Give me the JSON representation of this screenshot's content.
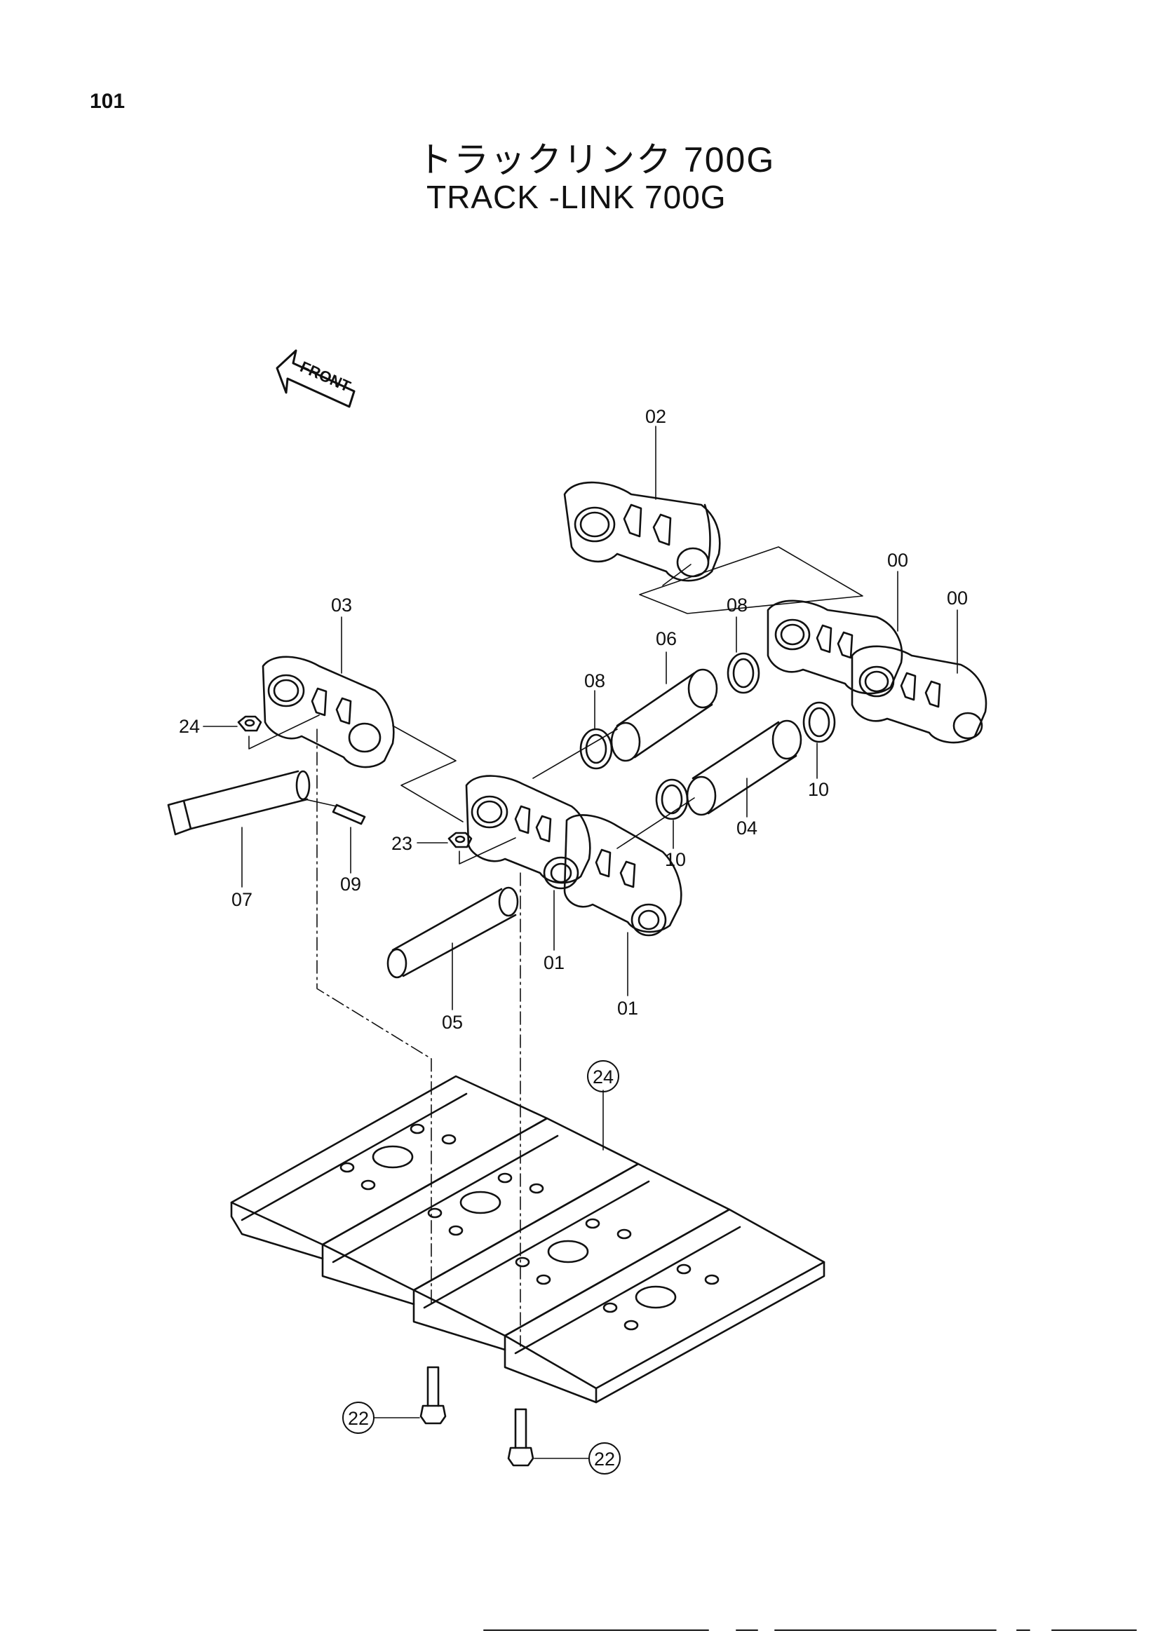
{
  "page_number": "101",
  "title_jp": "トラックリンク 700G",
  "title_en": "TRACK -LINK    700G",
  "front_label": "FRONT",
  "callouts": {
    "c02": "02",
    "c00a": "00",
    "c00b": "00",
    "c03": "03",
    "c08a": "08",
    "c06": "06",
    "c08b": "08",
    "c24": "24",
    "c23": "23",
    "c10a": "10",
    "c04": "04",
    "c10b": "10",
    "c07": "07",
    "c09": "09",
    "c01a": "01",
    "c01b": "01",
    "c05": "05",
    "c24circ": "24",
    "c22a": "22",
    "c22b": "22"
  }
}
